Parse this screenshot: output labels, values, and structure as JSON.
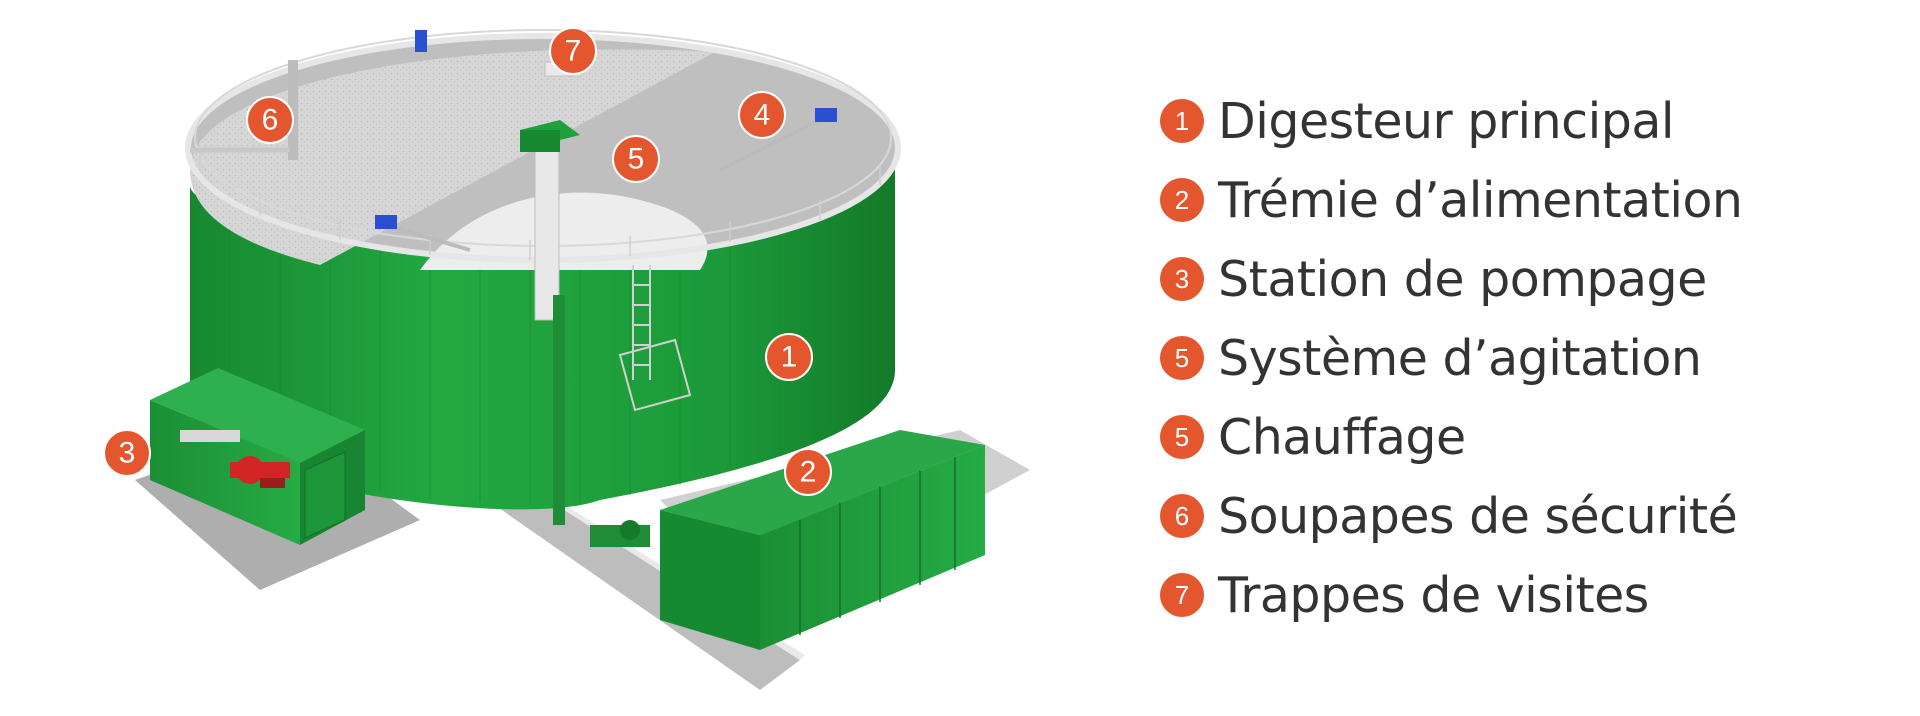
{
  "colors": {
    "badge": "#E4572E",
    "text": "#333333",
    "tank_green": "#1E9F3A",
    "concrete": "#C9C9C9"
  },
  "callouts": [
    {
      "number": "1",
      "target": "digester-wall"
    },
    {
      "number": "2",
      "target": "feed-hopper"
    },
    {
      "number": "3",
      "target": "pump-container"
    },
    {
      "number": "4",
      "target": "agitator"
    },
    {
      "number": "5",
      "target": "central-column"
    },
    {
      "number": "6",
      "target": "safety-valve"
    },
    {
      "number": "7",
      "target": "inspection-hatch"
    }
  ],
  "legend": [
    {
      "number": "1",
      "label": "Digesteur principal"
    },
    {
      "number": "2",
      "label": "Trémie d’alimentation"
    },
    {
      "number": "3",
      "label": "Station de pompage"
    },
    {
      "number": "5",
      "label": "Système d’agitation"
    },
    {
      "number": "5",
      "label": "Chauffage"
    },
    {
      "number": "6",
      "label": "Soupapes de sécurité"
    },
    {
      "number": "7",
      "label": "Trappes de visites"
    }
  ]
}
